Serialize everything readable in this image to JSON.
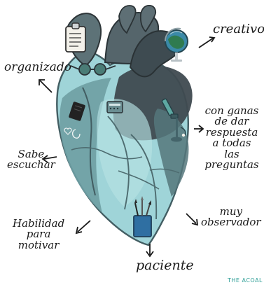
{
  "labels": {
    "creativo": "creativo",
    "organizado": "organizado",
    "sabe_escuchar": [
      "Sabe",
      "escuchar"
    ],
    "con_ganas": [
      "con ganas",
      "de dar",
      "respuesta",
      "a todas",
      "las preguntas"
    ],
    "habilidad": [
      "Habilidad",
      "para",
      "motivar"
    ],
    "muy_observador": [
      "muy",
      "observador"
    ],
    "paciente": "paciente"
  },
  "credit": "THE ACOAL",
  "colors": {
    "heart_light": "#9fd4d8",
    "heart_mid": "#69a8aa",
    "heart_dark": "#4f6f74",
    "vessel_dark": "#2f3d43",
    "vessel_mid": "#6e8489",
    "ink": "#1a1a1a",
    "accent_blue": "#357aa9"
  },
  "icons": [
    "clipboard-icon",
    "eyeglasses-icon",
    "book-icon",
    "globe-icon",
    "microscope-icon",
    "pencil-cup-icon",
    "calculator-icon"
  ]
}
